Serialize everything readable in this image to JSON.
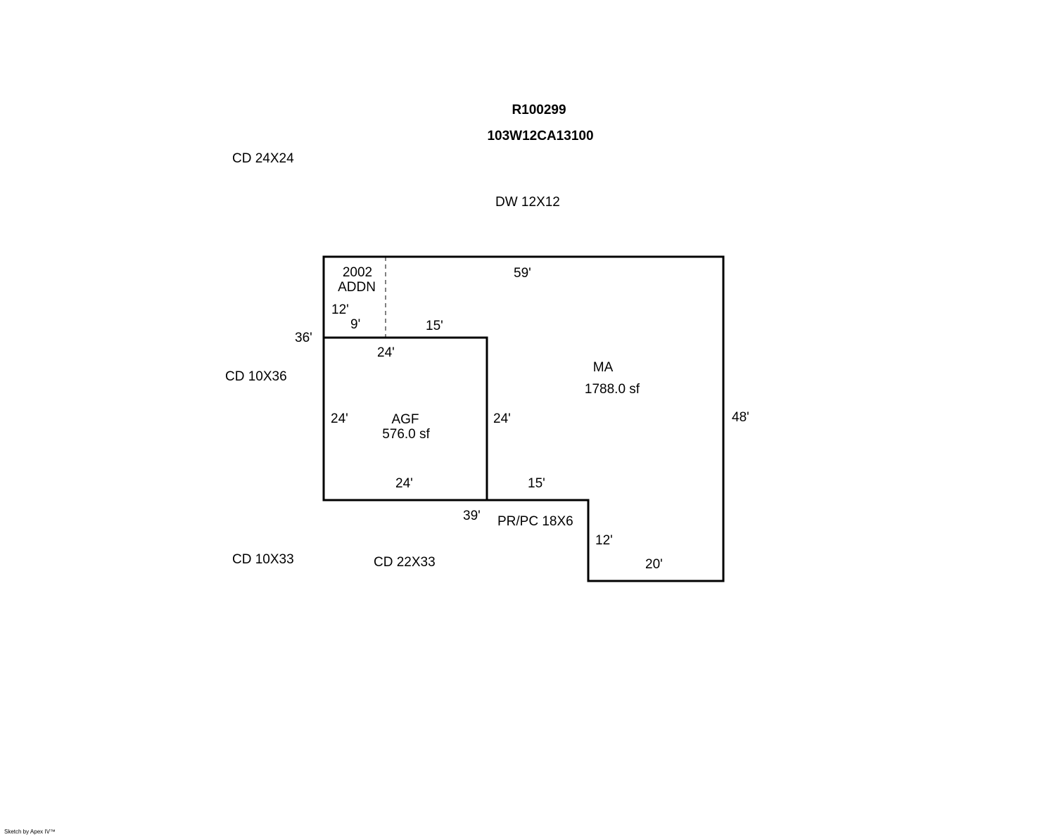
{
  "header": {
    "parcel_id": "R100299",
    "map_number": "103W12CA13100"
  },
  "outbuildings": {
    "cd_top": "CD 24X24",
    "dw": "DW 12X12",
    "cd_left": "CD 10X36",
    "cd_bottom_left": "CD 10X33",
    "cd_bottom_mid": "CD 22X33",
    "porch": "PR/PC 18X6"
  },
  "areas": {
    "addition": {
      "line1": "2002",
      "line2": "ADDN"
    },
    "main": {
      "code": "MA",
      "size": "1788.0 sf"
    },
    "garage": {
      "code": "AGF",
      "size": "576.0 sf"
    }
  },
  "dimensions": {
    "top_59": "59'",
    "left_36": "36'",
    "addn_12": "12'",
    "addn_9": "9'",
    "mid_15_top": "15'",
    "garage_top_24": "24'",
    "garage_left_24": "24'",
    "garage_right_24": "24'",
    "garage_bottom_24": "24'",
    "right_48": "48'",
    "mid_15_bottom": "15'",
    "bottom_39": "39'",
    "notch_12": "12'",
    "bottom_20": "20'"
  },
  "footer": {
    "credit": "Sketch by Apex IV™"
  }
}
